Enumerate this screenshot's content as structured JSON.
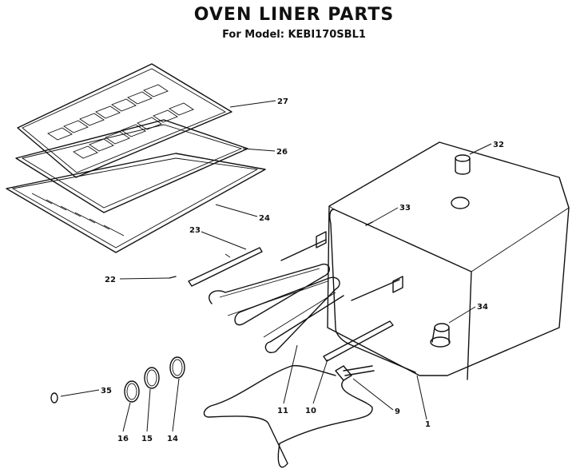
{
  "title": "OVEN LINER PARTS",
  "subtitle": "For Model: KEBI170SBL1",
  "callouts": [
    "27",
    "26",
    "24",
    "23",
    "22",
    "32",
    "33",
    "34",
    "35",
    "16",
    "15",
    "14",
    "11",
    "10",
    "9",
    "1"
  ]
}
